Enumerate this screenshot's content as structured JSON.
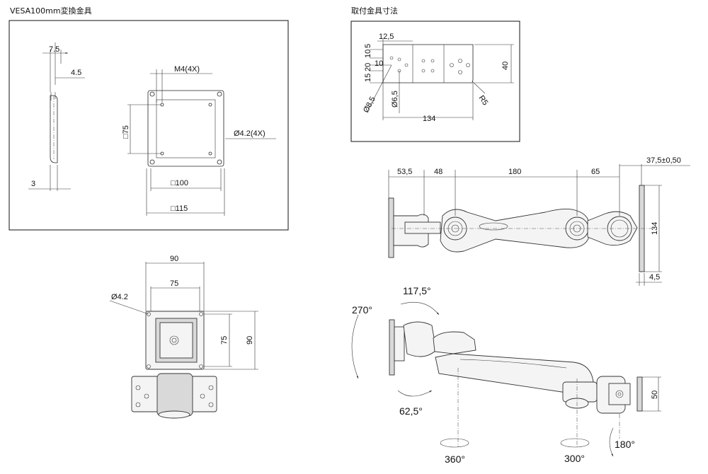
{
  "titles": {
    "vesa": "VESA100mm変換金具",
    "bracket": "取付金具寸法"
  },
  "vesa_side": {
    "d1": "7.5",
    "d2": "4.5",
    "d3": "3"
  },
  "vesa_plate": {
    "hole": "M4(4X)",
    "sq75": "□75",
    "hole2": "Ø4.2(4X)",
    "sq100": "□100",
    "sq115": "□115"
  },
  "bracket": {
    "d125": "12,5",
    "d5": "5",
    "d10a": "10",
    "d10b": "10",
    "d20": "20",
    "d15": "15",
    "d40": "40",
    "r5": "R5",
    "d85": "Ø8,5",
    "d65": "Ø6,5",
    "d134": "134"
  },
  "front": {
    "w90": "90",
    "w75": "75",
    "hole": "Ø4.2",
    "h75": "75",
    "h90": "90"
  },
  "arm_top": {
    "d535": "53,5",
    "d48": "48",
    "d180": "180",
    "d65": "65",
    "d375": "37,5±0,50",
    "d134": "134",
    "d45": "4,5"
  },
  "arm_side": {
    "a1175": "117,5°",
    "a270": "270°",
    "a625": "62,5°",
    "a360": "360°",
    "a300": "300°",
    "a180": "180°",
    "h50": "50"
  }
}
